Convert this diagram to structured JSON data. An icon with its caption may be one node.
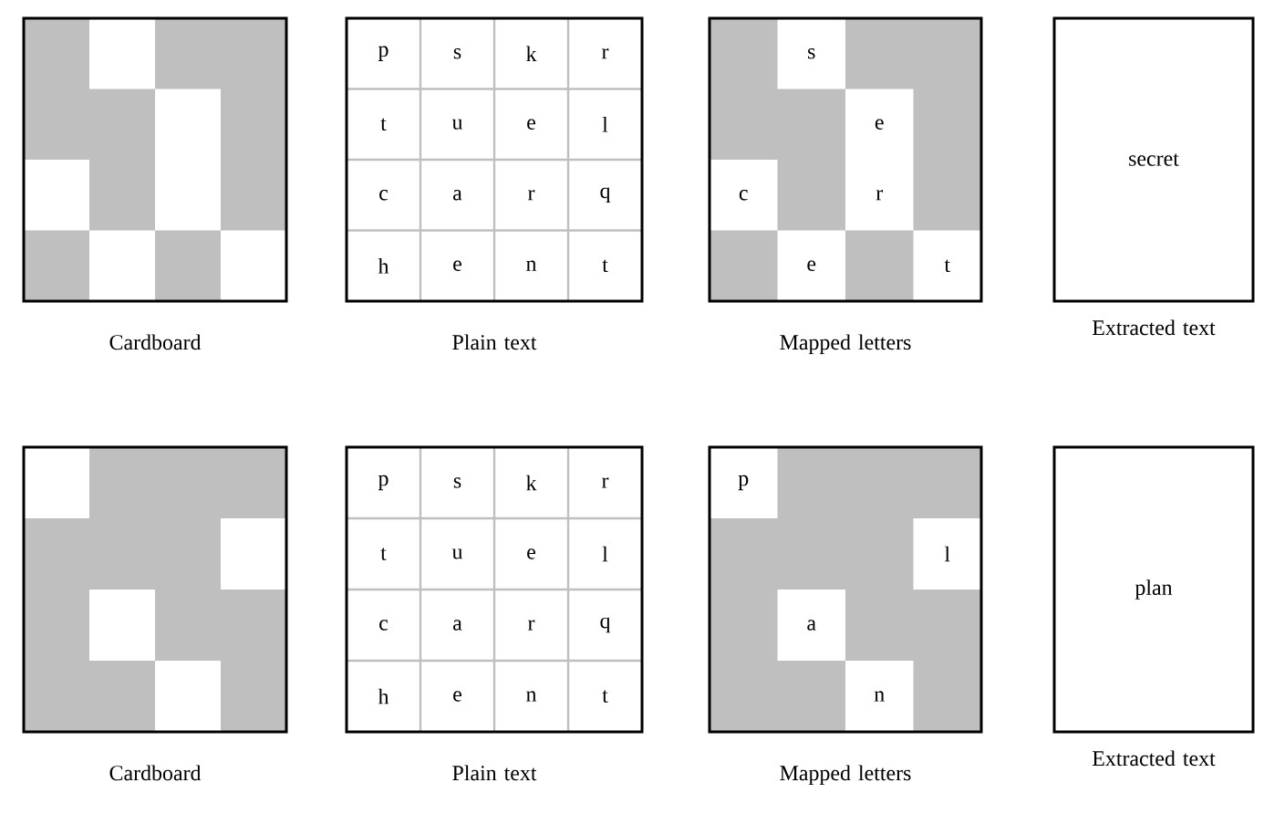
{
  "diagram": {
    "nodes": [
      {
        "text": [],
        "shape": "box",
        "beside": [
          "Cardboard"
        ]
      },
      {
        "text": [
          "p",
          "s",
          "k",
          "r",
          "t",
          "u",
          "e",
          "l",
          "c",
          "a",
          "r",
          "q",
          "h",
          "e",
          "n",
          "t"
        ],
        "beside": [
          "Plain text"
        ]
      },
      {
        "text": [
          "s",
          "e",
          "c",
          "r",
          "e",
          "t"
        ],
        "beside": [
          "Mapped letters"
        ]
      },
      {
        "text": [
          "secret"
        ],
        "beside": [
          "Extracted text"
        ]
      },
      {
        "text": [],
        "shape": "box",
        "beside": [
          "Cardboard"
        ]
      },
      {
        "text": [
          "p",
          "s",
          "k",
          "r",
          "t",
          "u",
          "e",
          "l",
          "c",
          "a",
          "r",
          "q",
          "h",
          "e",
          "n",
          "t"
        ],
        "beside": [
          "Plain text"
        ]
      },
      {
        "text": [
          "p",
          "l",
          "a",
          "n"
        ],
        "beside": [
          "Mapped letters"
        ]
      },
      {
        "text": [
          "plan"
        ],
        "beside": [
          "Extracted text"
        ]
      }
    ]
  }
}
